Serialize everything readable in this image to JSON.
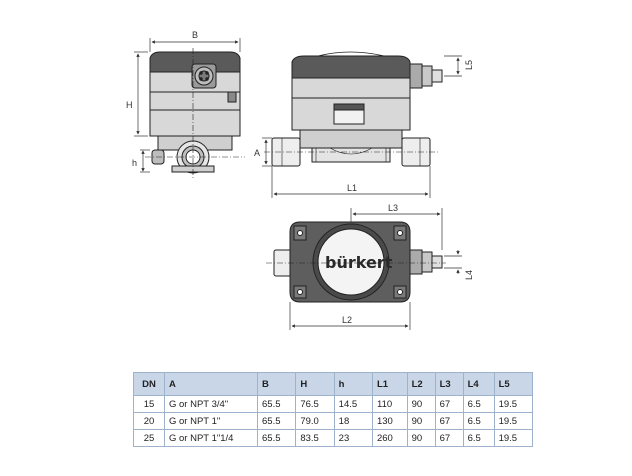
{
  "dimensions": {
    "side_view": {
      "width": "B",
      "height": "H",
      "small_height": "h"
    },
    "front_view": {
      "a": "A",
      "length": "L1",
      "l5": "L5"
    },
    "top_view": {
      "l3": "L3",
      "l2": "L2",
      "l4": "L4",
      "brand": "bürkert"
    }
  },
  "table": {
    "headers": [
      "DN",
      "A",
      "B",
      "H",
      "h",
      "L1",
      "L2",
      "L3",
      "L4",
      "L5"
    ],
    "rows": [
      [
        "15",
        "G or NPT 3/4\"",
        "65.5",
        "76.5",
        "14.5",
        "110",
        "90",
        "67",
        "6.5",
        "19.5"
      ],
      [
        "20",
        "G or NPT 1\"",
        "65.5",
        "79.0",
        "18",
        "130",
        "90",
        "67",
        "6.5",
        "19.5"
      ],
      [
        "25",
        "G or NPT 1\"1/4",
        "65.5",
        "83.5",
        "23",
        "260",
        "90",
        "67",
        "6.5",
        "19.5"
      ]
    ]
  }
}
